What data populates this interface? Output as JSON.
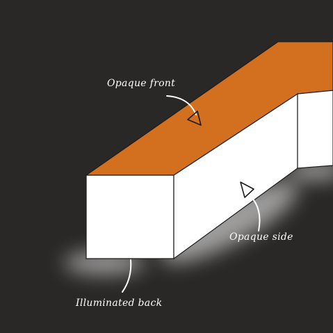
{
  "colors": {
    "background": "#2a2827",
    "opaque_front": "#d2701f",
    "opaque_side": "#ffffff",
    "outline": "#1c1b1a",
    "glow": "#ffffff"
  },
  "labels": {
    "opaque_front": "Opaque front",
    "opaque_side": "Opaque side",
    "illuminated_back": "Illuminated back"
  }
}
